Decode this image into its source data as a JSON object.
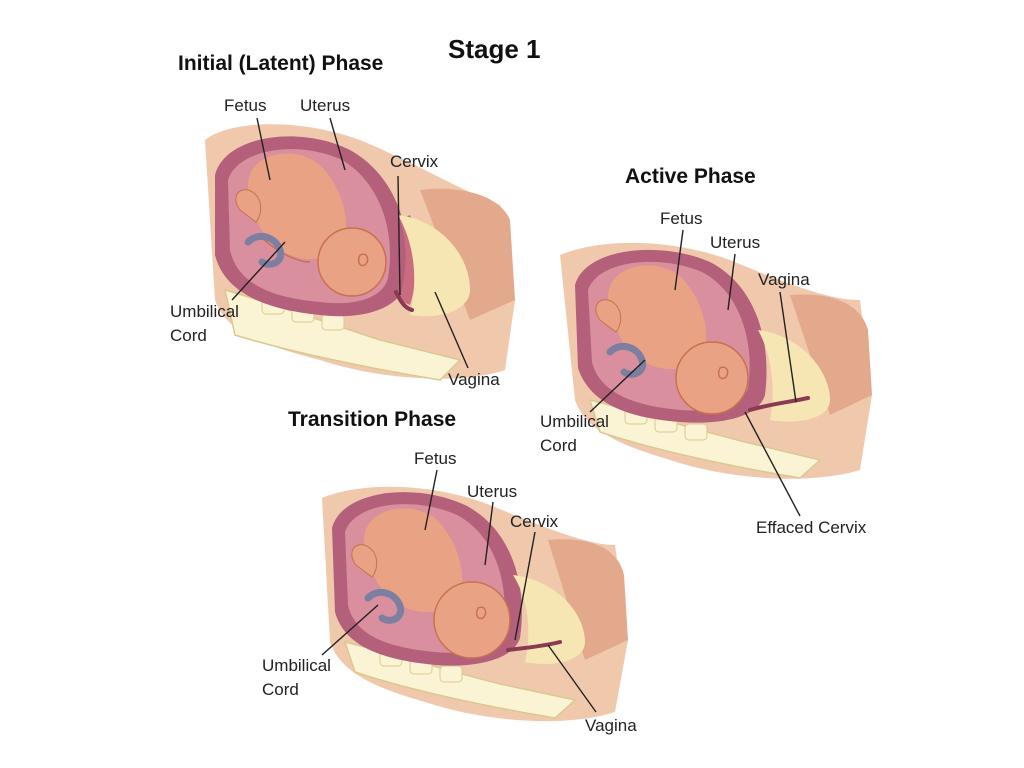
{
  "title": "Stage 1",
  "panels": {
    "latent": {
      "title": "Initial (Latent) Phase",
      "labels": {
        "fetus": "Fetus",
        "uterus": "Uterus",
        "cervix": "Cervix",
        "umbilical_cord": "Umbilical\nCord",
        "vagina": "Vagina"
      }
    },
    "active": {
      "title": "Active Phase",
      "labels": {
        "fetus": "Fetus",
        "uterus": "Uterus",
        "vagina": "Vagina",
        "umbilical_cord": "Umbilical\nCord",
        "effaced_cervix": "Effaced Cervix"
      }
    },
    "transition": {
      "title": "Transition Phase",
      "labels": {
        "fetus": "Fetus",
        "uterus": "Uterus",
        "cervix": "Cervix",
        "umbilical_cord": "Umbilical\nCord",
        "vagina": "Vagina"
      }
    }
  },
  "colors": {
    "skin": "#e9a283",
    "skin_shadow": "#c9714f",
    "uterus_wall": "#b4607a",
    "uterus_inner": "#d98f9e",
    "fat": "#f6e6b4",
    "bone": "#fbf4d4",
    "cord": "#7d7fa1",
    "body": "#f0c9ad",
    "leader": "#222222"
  }
}
